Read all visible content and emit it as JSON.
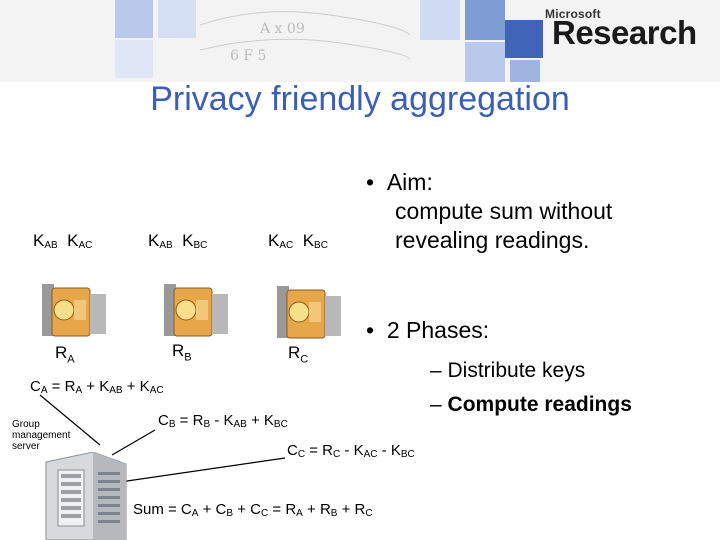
{
  "banner": {
    "brand_small": "Microsoft",
    "brand_large": "Research"
  },
  "title": "Privacy friendly aggregation",
  "meters": [
    {
      "keys": [
        "K",
        "AB",
        "K",
        "AC"
      ],
      "reading": [
        "R",
        "A"
      ]
    },
    {
      "keys": [
        "K",
        "AB",
        "K",
        "BC"
      ],
      "reading": [
        "R",
        "B"
      ]
    },
    {
      "keys": [
        "K",
        "AC",
        "K",
        "BC"
      ],
      "reading": [
        "R",
        "C"
      ]
    }
  ],
  "bullets": {
    "aim_label": "Aim:",
    "aim_line1": "compute sum without",
    "aim_line2": "revealing readings.",
    "phases_label": "2 Phases:",
    "phase1": "Distribute keys",
    "phase2": "Compute readings"
  },
  "equations": {
    "ca": [
      "C",
      "A",
      " = R",
      "A",
      " + K",
      "AB",
      " + K",
      "AC"
    ],
    "cb": [
      "C",
      "B",
      " = R",
      "B",
      " - K",
      "AB",
      " + K",
      "BC"
    ],
    "cc": [
      "C",
      "C",
      " = R",
      "C",
      " - K",
      "AC",
      " - K",
      "BC"
    ],
    "sum": [
      "Sum = C",
      "A",
      " + C",
      "B",
      " + C",
      "C",
      " = R",
      "A",
      " + R",
      "B",
      " + R",
      "C"
    ]
  },
  "server": {
    "label_lines": [
      "Group",
      "management",
      "server"
    ]
  },
  "colors": {
    "title": "#3a5fb5",
    "meter_body": "#e8a64a",
    "tile_blue": "#7d9cd4"
  }
}
